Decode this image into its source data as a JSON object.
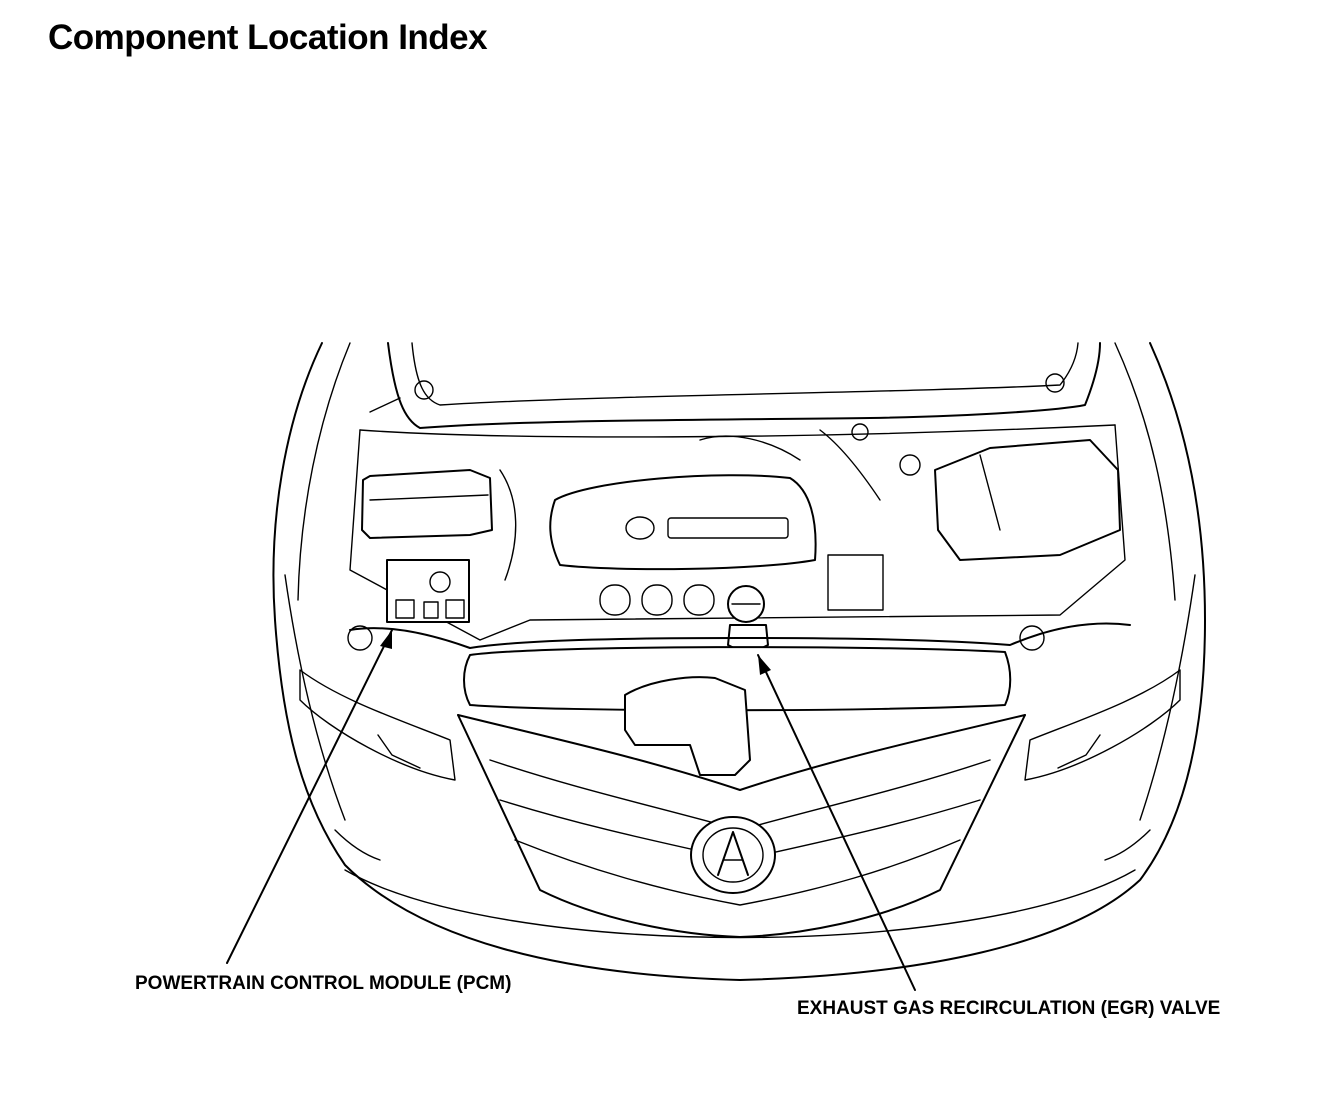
{
  "page": {
    "title": "Component Location Index"
  },
  "callouts": [
    {
      "id": "pcm",
      "label": "POWERTRAIN CONTROL MODULE (PCM)"
    },
    {
      "id": "egr",
      "label": "EXHAUST GAS RECIRCULATION (EGR) VALVE"
    }
  ],
  "illustration": {
    "lettering": [
      "A"
    ]
  }
}
